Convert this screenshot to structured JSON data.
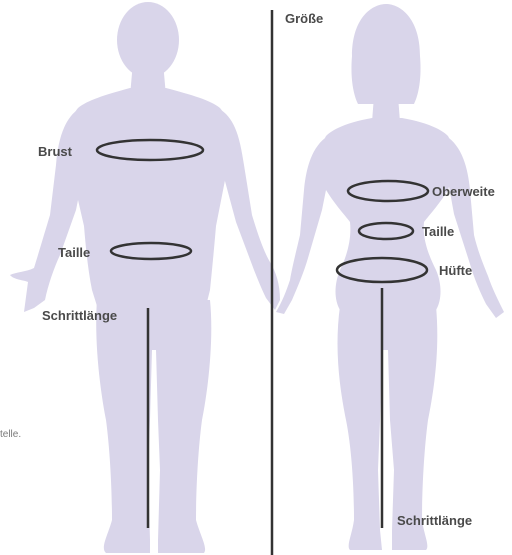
{
  "colors": {
    "figure": "#d9d5ea",
    "line": "#333333",
    "label": "#4a4a4a",
    "background": "#ffffff"
  },
  "labels": {
    "height": "Größe",
    "male": {
      "chest": "Brust",
      "waist": "Taille",
      "inseam": "Schrittlänge"
    },
    "female": {
      "bust": "Oberweite",
      "waist": "Taille",
      "hips": "Hüfte",
      "inseam": "Schrittlänge"
    }
  },
  "edge_text": "telle."
}
